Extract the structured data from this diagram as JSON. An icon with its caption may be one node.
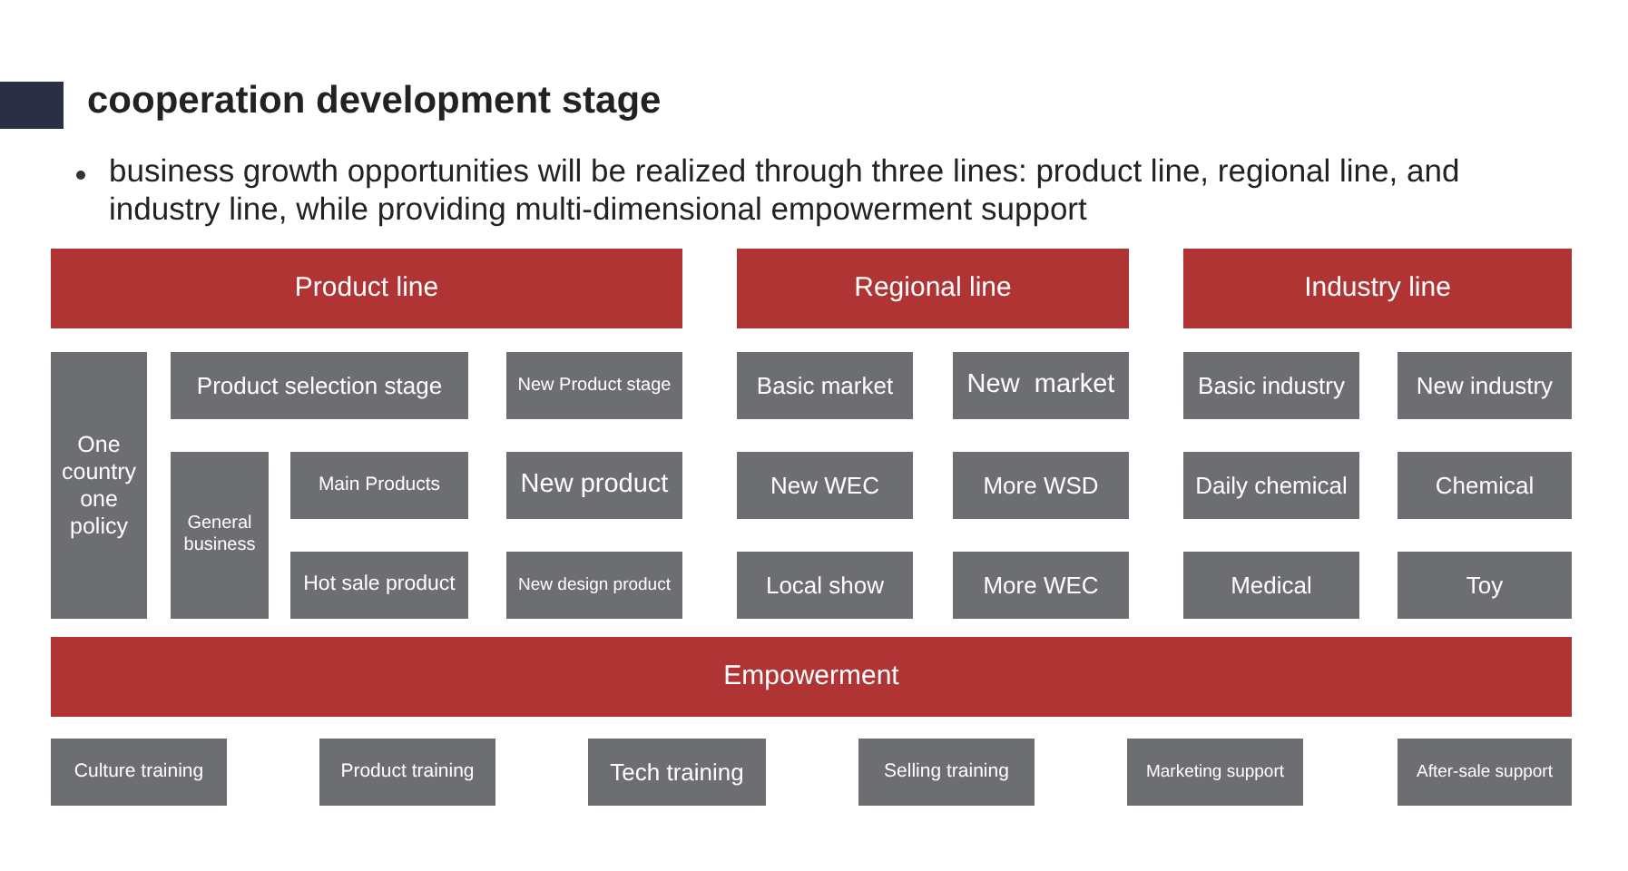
{
  "diagram": {
    "title": "cooperation development stage",
    "labels": [
      "business growth opportunities will be realized through three lines: product line, regional line, and industry line, while providing multi-dimensional empowerment support"
    ],
    "nodes": [
      {
        "text": [
          "Product line"
        ]
      },
      {
        "text": [
          "Regional line"
        ]
      },
      {
        "text": [
          "Industry line"
        ]
      },
      {
        "text": [
          "One country one policy"
        ]
      },
      {
        "text": [
          "Product selection stage"
        ]
      },
      {
        "text": [
          "New Product stage"
        ]
      },
      {
        "text": [
          "Basic market"
        ]
      },
      {
        "text": [
          "New  market"
        ]
      },
      {
        "text": [
          "Basic industry"
        ]
      },
      {
        "text": [
          "New industry"
        ]
      },
      {
        "text": [
          "General business"
        ]
      },
      {
        "text": [
          "Main Products"
        ]
      },
      {
        "text": [
          "New product"
        ]
      },
      {
        "text": [
          "New WEC"
        ]
      },
      {
        "text": [
          "More WSD"
        ]
      },
      {
        "text": [
          "Daily chemical"
        ]
      },
      {
        "text": [
          "Chemical"
        ]
      },
      {
        "text": [
          "Hot sale product"
        ]
      },
      {
        "text": [
          "New design product"
        ]
      },
      {
        "text": [
          "Local show"
        ]
      },
      {
        "text": [
          "More WEC"
        ]
      },
      {
        "text": [
          "Medical"
        ]
      },
      {
        "text": [
          "Toy"
        ]
      },
      {
        "text": [
          "Empowerment"
        ]
      },
      {
        "text": [
          "Culture training"
        ]
      },
      {
        "text": [
          "Product training"
        ]
      },
      {
        "text": [
          "Tech training"
        ]
      },
      {
        "text": [
          "Selling training"
        ]
      },
      {
        "text": [
          "Marketing support"
        ]
      },
      {
        "text": [
          "After-sale support"
        ]
      }
    ],
    "edges": []
  }
}
